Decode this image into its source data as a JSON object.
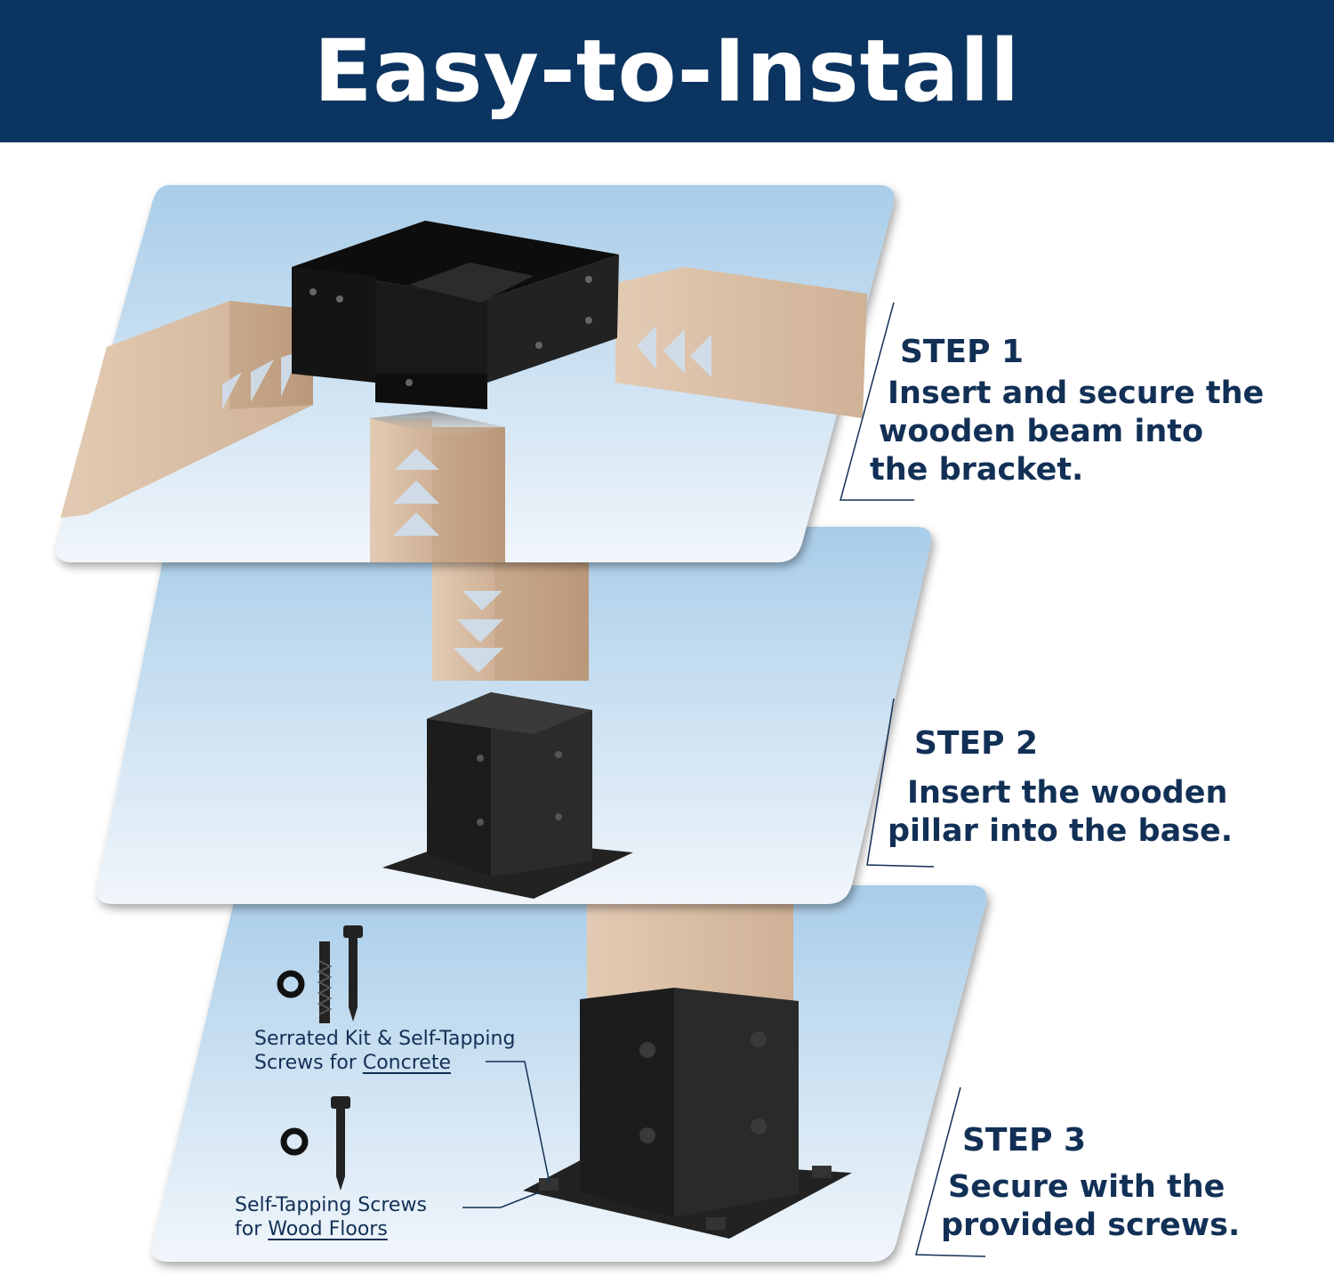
{
  "header": {
    "title": "Easy-to-Install"
  },
  "steps": [
    {
      "label": "STEP 1",
      "lines": [
        "Insert and secure the",
        "wooden beam into",
        "the bracket."
      ]
    },
    {
      "label": "STEP 2",
      "lines": [
        "Insert the wooden",
        "pillar into the base."
      ]
    },
    {
      "label": "STEP 3",
      "lines": [
        "Secure with the",
        "provided screws."
      ]
    }
  ],
  "callouts": {
    "concrete": {
      "line1": "Serrated Kit & Self-Tapping",
      "line2_prefix": "Screws for ",
      "line2_underlined": "Concrete"
    },
    "wood": {
      "line1": "Self-Tapping Screws",
      "line2_prefix": "for ",
      "line2_underlined": "Wood Floors"
    }
  },
  "colors": {
    "banner": "#0b3460",
    "text": "#123056",
    "bracket": "#1a1a1a",
    "wood": "#d9bea3",
    "panel_top": "#a9cde9",
    "panel_bottom": "#f1f6fb"
  },
  "icons": {
    "arrow": "triangle-arrow-icon",
    "washer": "washer-icon",
    "screw": "screw-icon",
    "anchor": "serrated-anchor-icon"
  }
}
